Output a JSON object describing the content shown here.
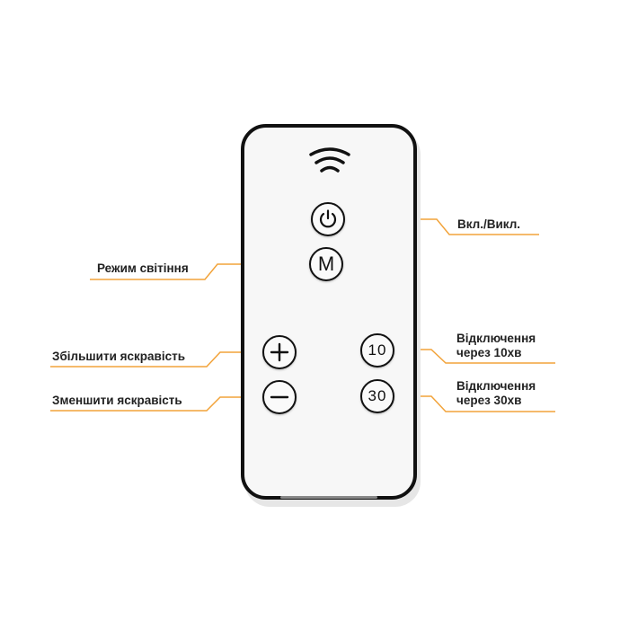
{
  "colors": {
    "accent": "#f2a33a",
    "outline": "#111111",
    "body": "#f7f7f7"
  },
  "buttons": {
    "power": {
      "icon": "power-icon"
    },
    "mode": {
      "text": "M"
    },
    "plus": {
      "icon": "plus-icon"
    },
    "minus": {
      "icon": "minus-icon"
    },
    "timer10": {
      "text": "10"
    },
    "timer30": {
      "text": "30"
    }
  },
  "signal": {
    "icon": "wireless-signal-icon"
  },
  "labels": {
    "power": "Вкл./Викл.",
    "mode": "Режим світіння",
    "brighter": "Збільшити яскравість",
    "dimmer": "Зменшити яскравість",
    "off10": {
      "line1": "Відключення",
      "line2": "через 10хв"
    },
    "off30": {
      "line1": "Відключення",
      "line2": "через 30хв"
    }
  }
}
